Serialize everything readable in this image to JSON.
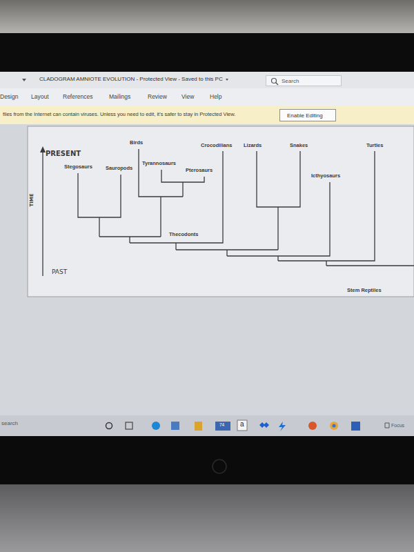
{
  "diagram": {
    "nodes": [
      {
        "text": [
          "Search"
        ]
      },
      {
        "text": [
          "Enable Editing"
        ]
      }
    ],
    "labels": [
      "CLADOGRAM AMNIOTE EVOLUTION - Protected View - Saved to this PC",
      "Design",
      "Layout",
      "References",
      "Mailings",
      "Review",
      "View",
      "Help",
      "files from the Internet can contain viruses. Unless you need to edit, it's safer to stay in Protected View.",
      "PRESENT",
      "TIME",
      "PAST",
      "Birds",
      "Crocodilians",
      "Lizards",
      "Snakes",
      "Turtles",
      "Stegosaurs",
      "Sauropods",
      "Tyrannosaurs",
      "Pterosaurs",
      "Icthyosaurs",
      "Thecodonts",
      "Stem Reptiles",
      "search",
      "74",
      "a",
      "Focus"
    ]
  }
}
